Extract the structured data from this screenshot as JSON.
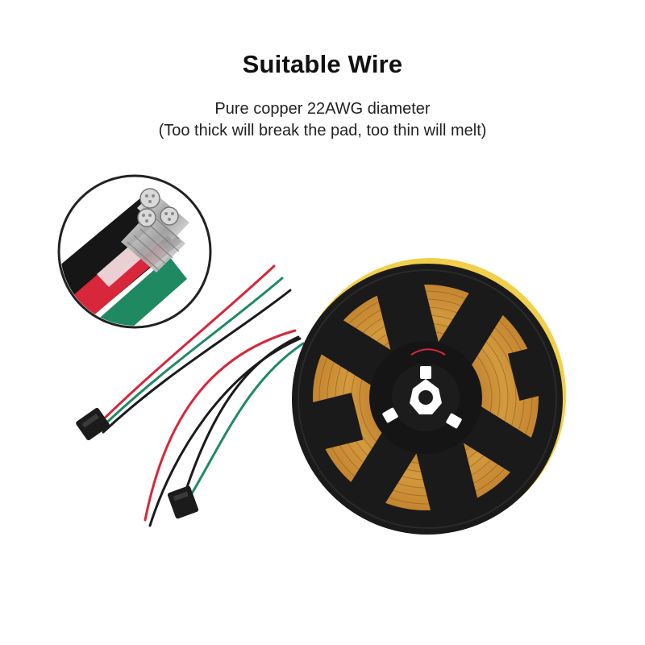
{
  "heading": {
    "title": "Suitable Wire",
    "line1": "Pure copper 22AWG diameter",
    "line2": "(Too thick will break the pad, too thin will melt)"
  },
  "colors": {
    "background": "#ffffff",
    "reel": "#1a1a1a",
    "strip": "#c98a2e",
    "strip_edge": "#f2cf4a",
    "wire_red": "#d8263a",
    "wire_green": "#1f8a62",
    "wire_black": "#1b1b1b"
  },
  "illustration": {
    "inset": "wire-cross-section-closeup",
    "left_item": "pigtail-connector-cable",
    "right_item": "led-strip-on-reel"
  }
}
